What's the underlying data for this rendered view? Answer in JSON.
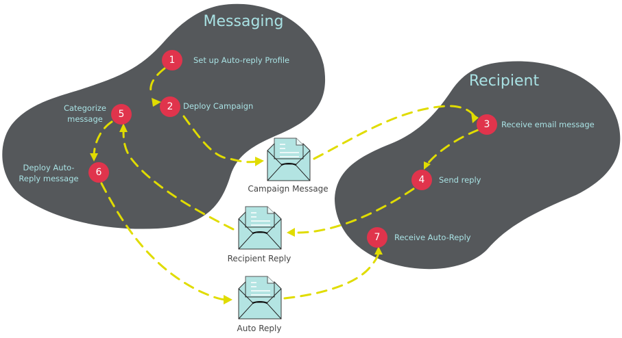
{
  "regions": [
    {
      "id": "messaging",
      "title": "Messaging"
    },
    {
      "id": "recipient",
      "title": "Recipient"
    }
  ],
  "steps": [
    {
      "number": "1",
      "label": "Set up Auto-reply Profile",
      "region": "messaging"
    },
    {
      "number": "2",
      "label": "Deploy Campaign",
      "region": "messaging"
    },
    {
      "number": "3",
      "label": "Receive email message",
      "region": "recipient"
    },
    {
      "number": "4",
      "label": "Send reply",
      "region": "recipient"
    },
    {
      "number": "5",
      "label_lines": [
        "Categorize",
        "message"
      ],
      "region": "messaging"
    },
    {
      "number": "6",
      "label_lines": [
        "Deploy Auto-",
        "Reply message"
      ],
      "region": "messaging"
    },
    {
      "number": "7",
      "label": "Receive Auto-Reply",
      "region": "recipient"
    }
  ],
  "messages": [
    {
      "id": "campaign",
      "label": "Campaign Message",
      "icon": "envelope-icon"
    },
    {
      "id": "recipient-reply",
      "label": "Recipient Reply",
      "icon": "envelope-icon"
    },
    {
      "id": "auto-reply",
      "label": "Auto Reply",
      "icon": "envelope-icon"
    }
  ],
  "flows": [
    {
      "from": "step-1",
      "to": "step-2"
    },
    {
      "from": "step-2",
      "to": "campaign"
    },
    {
      "from": "campaign",
      "to": "step-3"
    },
    {
      "from": "step-3",
      "to": "step-4"
    },
    {
      "from": "step-4",
      "to": "recipient-reply"
    },
    {
      "from": "recipient-reply",
      "to": "step-5"
    },
    {
      "from": "step-5",
      "to": "step-6"
    },
    {
      "from": "step-6",
      "to": "auto-reply"
    },
    {
      "from": "auto-reply",
      "to": "step-7"
    }
  ],
  "colors": {
    "region_fill": "#55585b",
    "title_text": "#a9e2e4",
    "step_badge": "#e0344c",
    "flow_line": "#e0dc00",
    "envelope": "#b3e4e2"
  }
}
